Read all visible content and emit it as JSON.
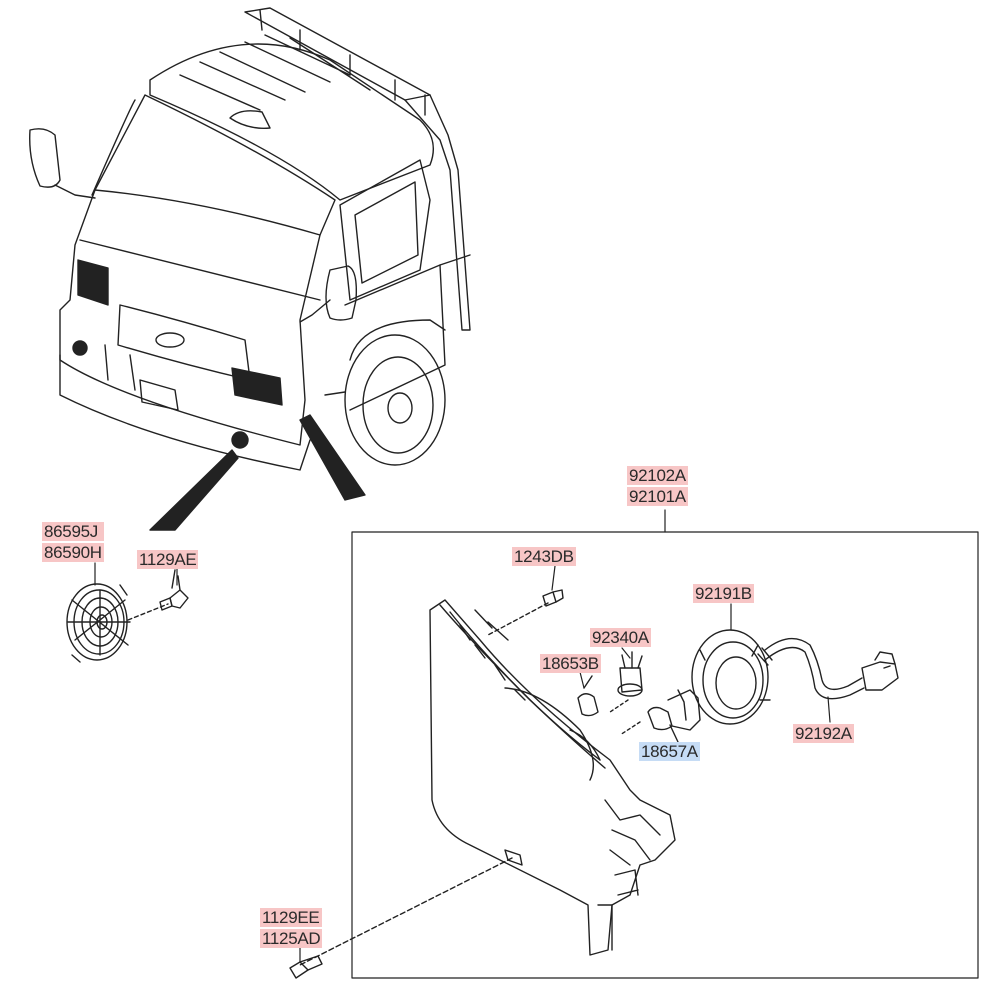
{
  "colors": {
    "line": "#222222",
    "label_text": "#2a2a2a",
    "highlight_red": "#f7c6c6",
    "highlight_blue": "#c6dcf5",
    "background": "#ffffff"
  },
  "icons": [
    "truck-cab-illustration",
    "fog-lamp-grille-icon",
    "headlamp-assembly-icon",
    "bulb-icon",
    "socket-icon",
    "wiring-harness-icon",
    "bolt-icon"
  ],
  "labels": {
    "assy_top": "92102A",
    "assy_bottom": "92101A",
    "fog_top": "86595J",
    "fog_bottom": "86590H",
    "fog_screw": "1129AE",
    "screw_1243": "1243DB",
    "cover": "92191B",
    "socket": "92340A",
    "bulb_small": "18653B",
    "bulb_main": "18657A",
    "harness": "92192A",
    "bolt_top": "1129EE",
    "bolt_bottom": "1125AD"
  }
}
